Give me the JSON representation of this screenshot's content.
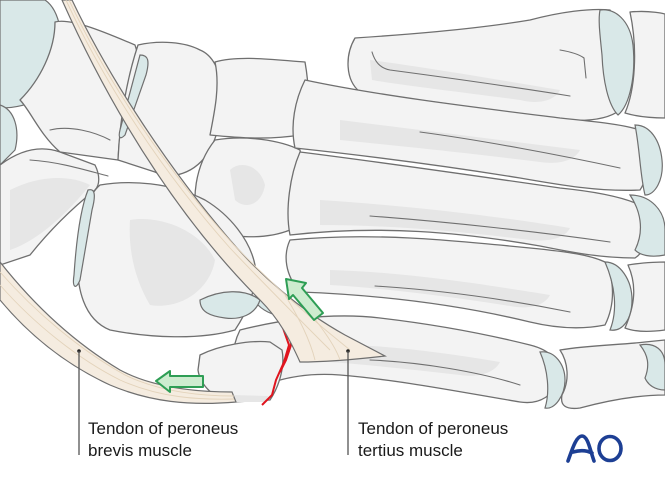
{
  "figure": {
    "subject": "Foot skeleton, lateral/dorsal view with fracture at base of fifth metatarsal",
    "colors": {
      "bone_fill": "#f3f3f3",
      "bone_shadow": "#e4e4e4",
      "bone_outline": "#6f6f6f",
      "cartilage_fill": "#d9e8e8",
      "tendon_fill": "#f5ece0",
      "tendon_stripe": "#e3d3bb",
      "arrow_fill": "#cdeccf",
      "arrow_outline": "#2e9e55",
      "fracture_line": "#e0141e",
      "fracture_gap": "#bdbdbd",
      "leader_line": "#555555",
      "logo": "#1d3f94"
    }
  },
  "labels": [
    {
      "id": "brevis",
      "lines": [
        "Tendon of peroneus",
        "brevis muscle"
      ]
    },
    {
      "id": "tertius",
      "lines": [
        "Tendon of peroneus",
        "tertius muscle"
      ]
    }
  ],
  "arrows": [
    {
      "id": "brevis-pull",
      "direction": "left"
    },
    {
      "id": "tertius-pull",
      "direction": "up-left"
    }
  ],
  "logo": {
    "text": "AO",
    "icon": "ao-logo-icon"
  }
}
